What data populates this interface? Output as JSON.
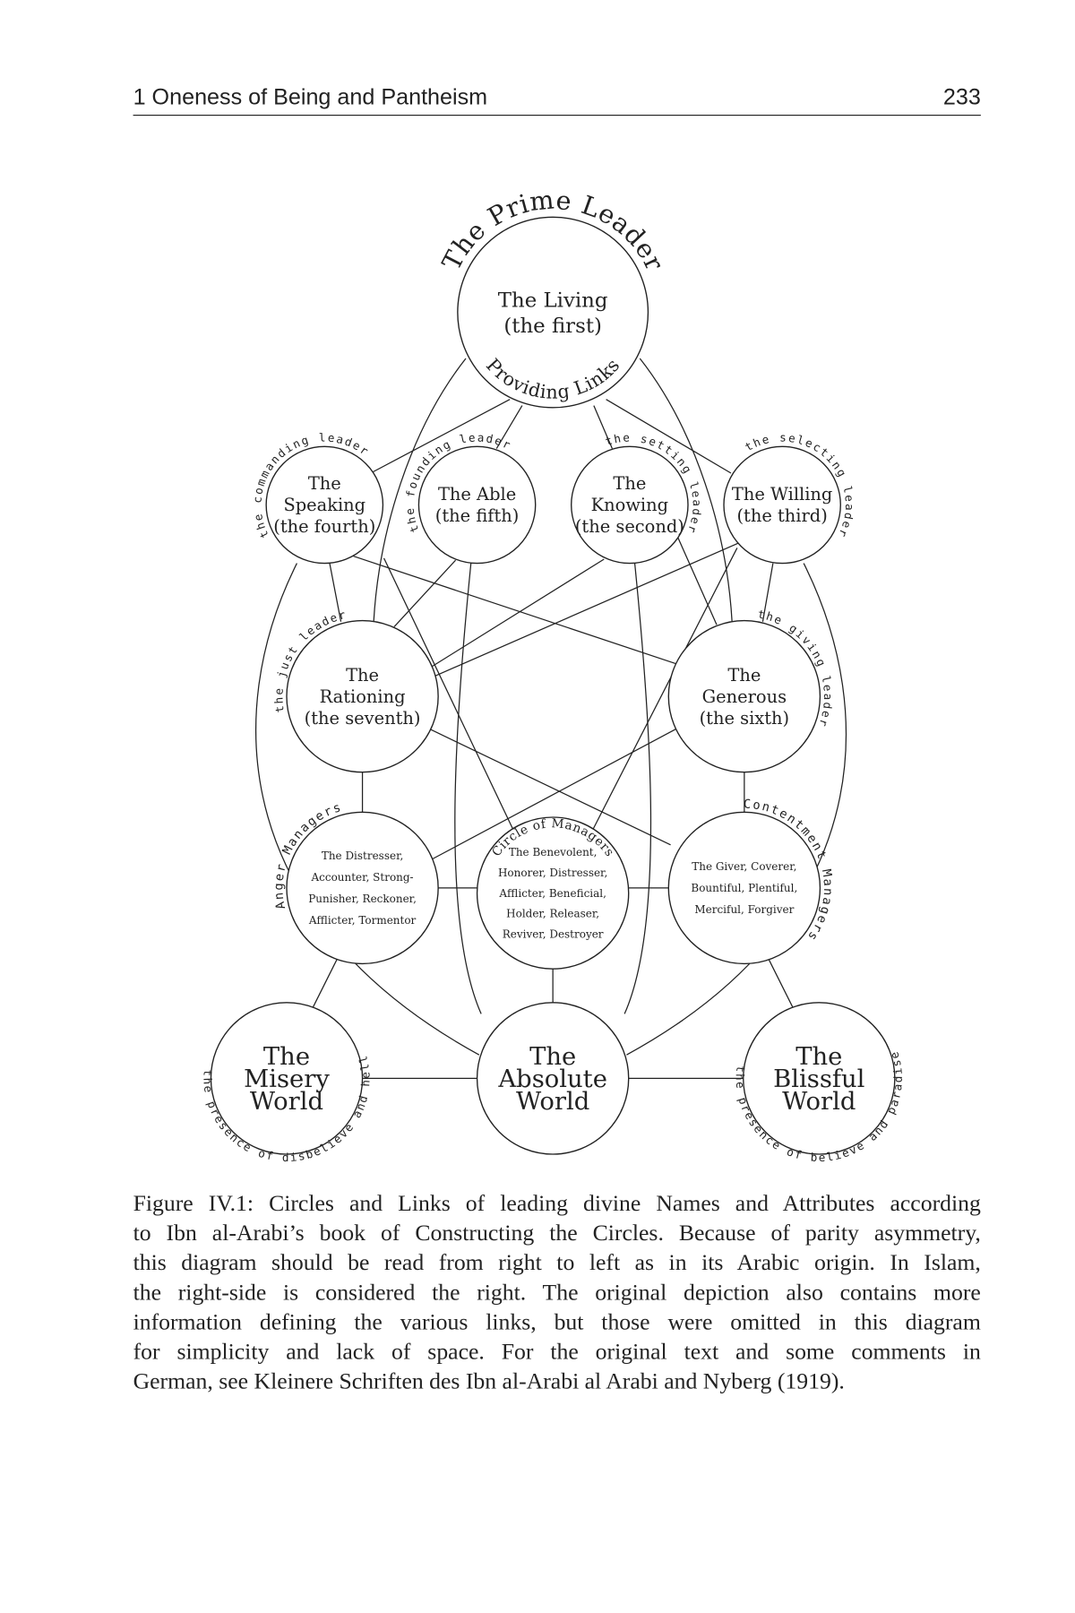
{
  "header": {
    "running_title": "1 Oneness of Being and Pantheism",
    "page_number": "233"
  },
  "nodes": [
    {
      "id": "living",
      "lines": [
        "The Living",
        "(the first)"
      ]
    },
    {
      "id": "speaking",
      "lines": [
        "The",
        "Speaking",
        "(the fourth)"
      ]
    },
    {
      "id": "able",
      "lines": [
        "The Able",
        "(the fifth)"
      ]
    },
    {
      "id": "knowing",
      "lines": [
        "The",
        "Knowing",
        "(the second)"
      ]
    },
    {
      "id": "willing",
      "lines": [
        "The Willing",
        "(the third)"
      ]
    },
    {
      "id": "rationing",
      "lines": [
        "The",
        "Rationing",
        "(the seventh)"
      ]
    },
    {
      "id": "generous",
      "lines": [
        "The",
        "Generous",
        "(the sixth)"
      ]
    },
    {
      "id": "anger",
      "lines": [
        "The Distresser,",
        "Accounter, Strong-",
        "Punisher, Reckoner,",
        "Afflicter, Tormentor"
      ]
    },
    {
      "id": "managers",
      "lines": [
        "The Benevolent,",
        "Honorer, Distresser,",
        "Afflicter, Beneficial,",
        "Holder, Releaser,",
        "Reviver, Destroyer"
      ]
    },
    {
      "id": "contentment",
      "lines": [
        "The Giver, Coverer,",
        "Bountiful, Plentiful,",
        "Merciful, Forgiver"
      ]
    },
    {
      "id": "misery",
      "lines": [
        "The",
        "Misery",
        "World"
      ]
    },
    {
      "id": "absolute",
      "lines": [
        "The",
        "Absolute",
        "World"
      ]
    },
    {
      "id": "blissful",
      "lines": [
        "The",
        "Blissful",
        "World"
      ]
    }
  ],
  "arc_labels": [
    {
      "id": "prime-leader",
      "text": "The Prime Leader"
    },
    {
      "id": "providing-links",
      "text": "Providing Links"
    },
    {
      "id": "commanding-leader",
      "text": "the commanding leader"
    },
    {
      "id": "founding-leader",
      "text": "the founding leader"
    },
    {
      "id": "setting-leader",
      "text": "the setting leader"
    },
    {
      "id": "selecting-leader",
      "text": "the selecting leader"
    },
    {
      "id": "just-leader",
      "text": "the just leader"
    },
    {
      "id": "giving-leader",
      "text": "the giving leader"
    },
    {
      "id": "anger-managers",
      "text": "Anger Managers"
    },
    {
      "id": "circle-of-managers",
      "text": "Circle of Managers"
    },
    {
      "id": "contentment-managers",
      "text": "Contentment Managers"
    },
    {
      "id": "presence-hell",
      "text": "the presence of disbelieve and hell"
    },
    {
      "id": "presence-paradise",
      "text": "the presence of believe and paradise"
    }
  ],
  "caption": {
    "lines": [
      "Figure IV.1: Circles and Links of leading divine Names and Attributes according",
      "to Ibn al-Arabi’s book of Constructing the Circles. Because of parity asymmetry,",
      "this diagram should be read from right to left as in its Arabic origin. In Islam,",
      "the right-side is considered the right. The original depiction also contains more",
      "information defining the various links, but those were omitted in this diagram",
      "for simplicity and lack of space. For the original text and some comments in",
      "German, see Kleinere Schriften des Ibn al-Arabi al Arabi and Nyberg (1919)."
    ]
  }
}
